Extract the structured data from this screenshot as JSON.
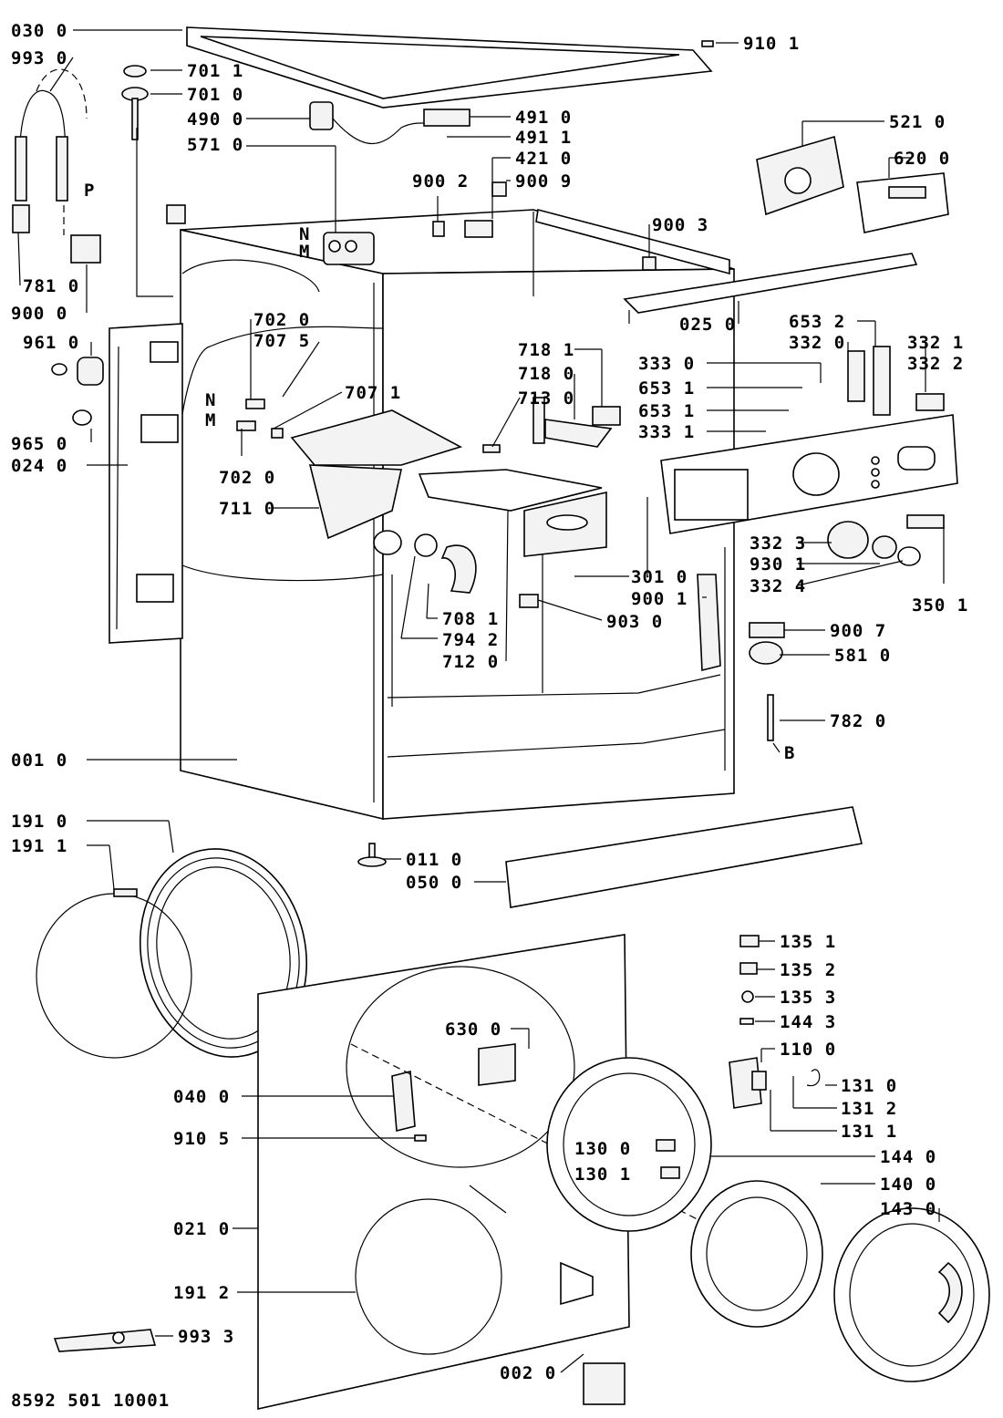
{
  "document_code": "8592 501 10001",
  "side_labels": {
    "N_upper": "N",
    "M_upper": "M",
    "N_left": "N",
    "M_left": "M",
    "P": "P",
    "B": "B"
  },
  "labels": [
    "030 0",
    "993 0",
    "701 1",
    "701 0",
    "490 0",
    "571 0",
    "491 0",
    "491 1",
    "421 0",
    "900 9",
    "900 2",
    "910 1",
    "521 0",
    "620 0",
    "900 3",
    "781 0",
    "900 0",
    "025 0",
    "653 2",
    "332 0",
    "332 1",
    "332 2",
    "961 0",
    "702 0",
    "707 5",
    "707 1",
    "718 1",
    "718 0",
    "713 0",
    "333 0",
    "653 1",
    "653 1",
    "333 1",
    "965 0",
    "024 0",
    "702 0",
    "711 0",
    "301 0",
    "332 3",
    "930 1",
    "332 4",
    "350 1",
    "900 1",
    "903 0",
    "708 1",
    "794 2",
    "712 0",
    "900 7",
    "581 0",
    "782 0",
    "001 0",
    "191 0",
    "191 1",
    "011 0",
    "050 0",
    "135 1",
    "135 2",
    "135 3",
    "144 3",
    "110 0",
    "630 0",
    "131 0",
    "131 2",
    "131 1",
    "040 0",
    "910 5",
    "130 0",
    "130 1",
    "144 0",
    "140 0",
    "143 0",
    "021 0",
    "191 2",
    "993 3",
    "002 0"
  ]
}
